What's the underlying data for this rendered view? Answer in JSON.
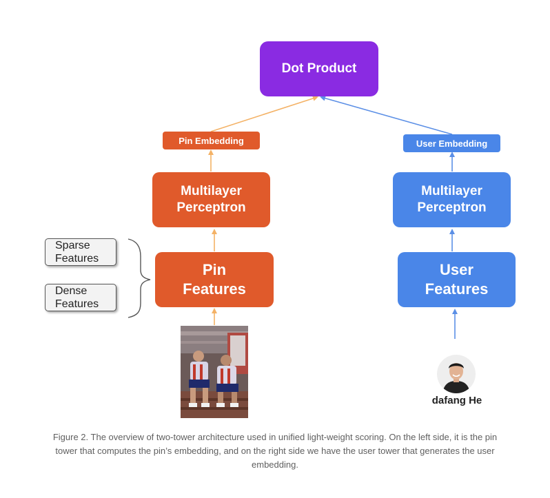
{
  "diagram": {
    "top_node": {
      "label": "Dot Product",
      "color": "#8a2be2"
    },
    "pin_tower": {
      "color": "#e05a2b",
      "arrow_color": "#f4b266",
      "embedding_label": "Pin Embedding",
      "mlp_line1": "Multilayer",
      "mlp_line2": "Perceptron",
      "features_line1": "Pin",
      "features_line2": "Features",
      "inputs": [
        {
          "line1": "Sparse",
          "line2": "Features"
        },
        {
          "line1": "Dense",
          "line2": "Features"
        }
      ],
      "image": "pin-photo"
    },
    "user_tower": {
      "color": "#4a86e8",
      "arrow_color": "#5b8fe6",
      "embedding_label": "User Embedding",
      "mlp_line1": "Multilayer",
      "mlp_line2": "Perceptron",
      "features_line1": "User",
      "features_line2": "Features",
      "person_name": "dafang He",
      "image": "user-avatar"
    }
  },
  "caption": "Figure 2. The overview of two-tower architecture used in unified light-weight scoring. On the left side, it is the pin tower that computes the pin’s embedding, and on the right side we have the user tower that generates the user embedding."
}
